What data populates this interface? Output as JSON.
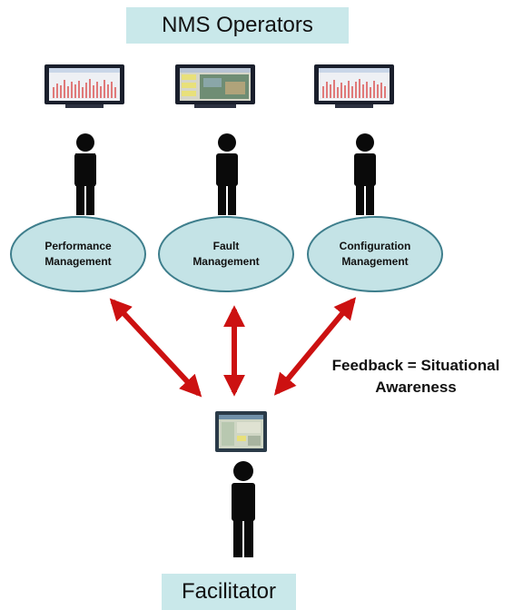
{
  "top_label": "NMS Operators",
  "bottom_label": "Facilitator",
  "operators": [
    {
      "line1": "Performance",
      "line2": "Management"
    },
    {
      "line1": "Fault",
      "line2": "Management"
    },
    {
      "line1": "Configuration",
      "line2": "Management"
    }
  ],
  "feedback": {
    "line1": "Feedback = Situational",
    "line2": "Awareness"
  },
  "colors": {
    "label_box": "#c9e8ea",
    "ellipse_fill": "#c4e3e6",
    "ellipse_stroke": "#3e7e8c",
    "arrow": "#cc1111",
    "person": "#0a0a0a",
    "monitor_frame": "#1a1f2c"
  }
}
